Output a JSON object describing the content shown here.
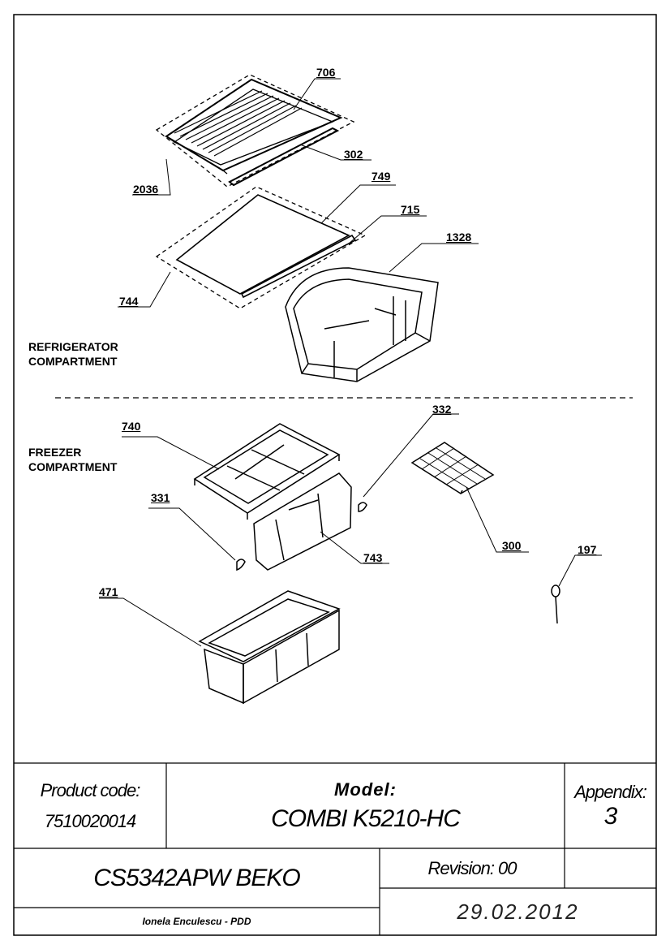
{
  "sections": {
    "refrigerator": [
      "REFRIGERATOR",
      "COMPARTMENT"
    ],
    "freezer": [
      "FREEZER",
      "COMPARTMENT"
    ]
  },
  "parts": {
    "p706": "706",
    "p302": "302",
    "p2036": "2036",
    "p749": "749",
    "p715": "715",
    "p1328": "1328",
    "p744": "744",
    "p740": "740",
    "p332": "332",
    "p331": "331",
    "p300": "300",
    "p743": "743",
    "p197": "197",
    "p471": "471"
  },
  "title_block": {
    "product_code_label": "Product code:",
    "product_code": "7510020014",
    "model_label": "Model:",
    "model": "COMBI K5210-HC",
    "appendix_label": "Appendix:",
    "appendix": "3",
    "name": "CS5342APW BEKO",
    "revision": "Revision: 00",
    "date": "29.02.2012",
    "author": "Ionela Enculescu - PDD"
  }
}
